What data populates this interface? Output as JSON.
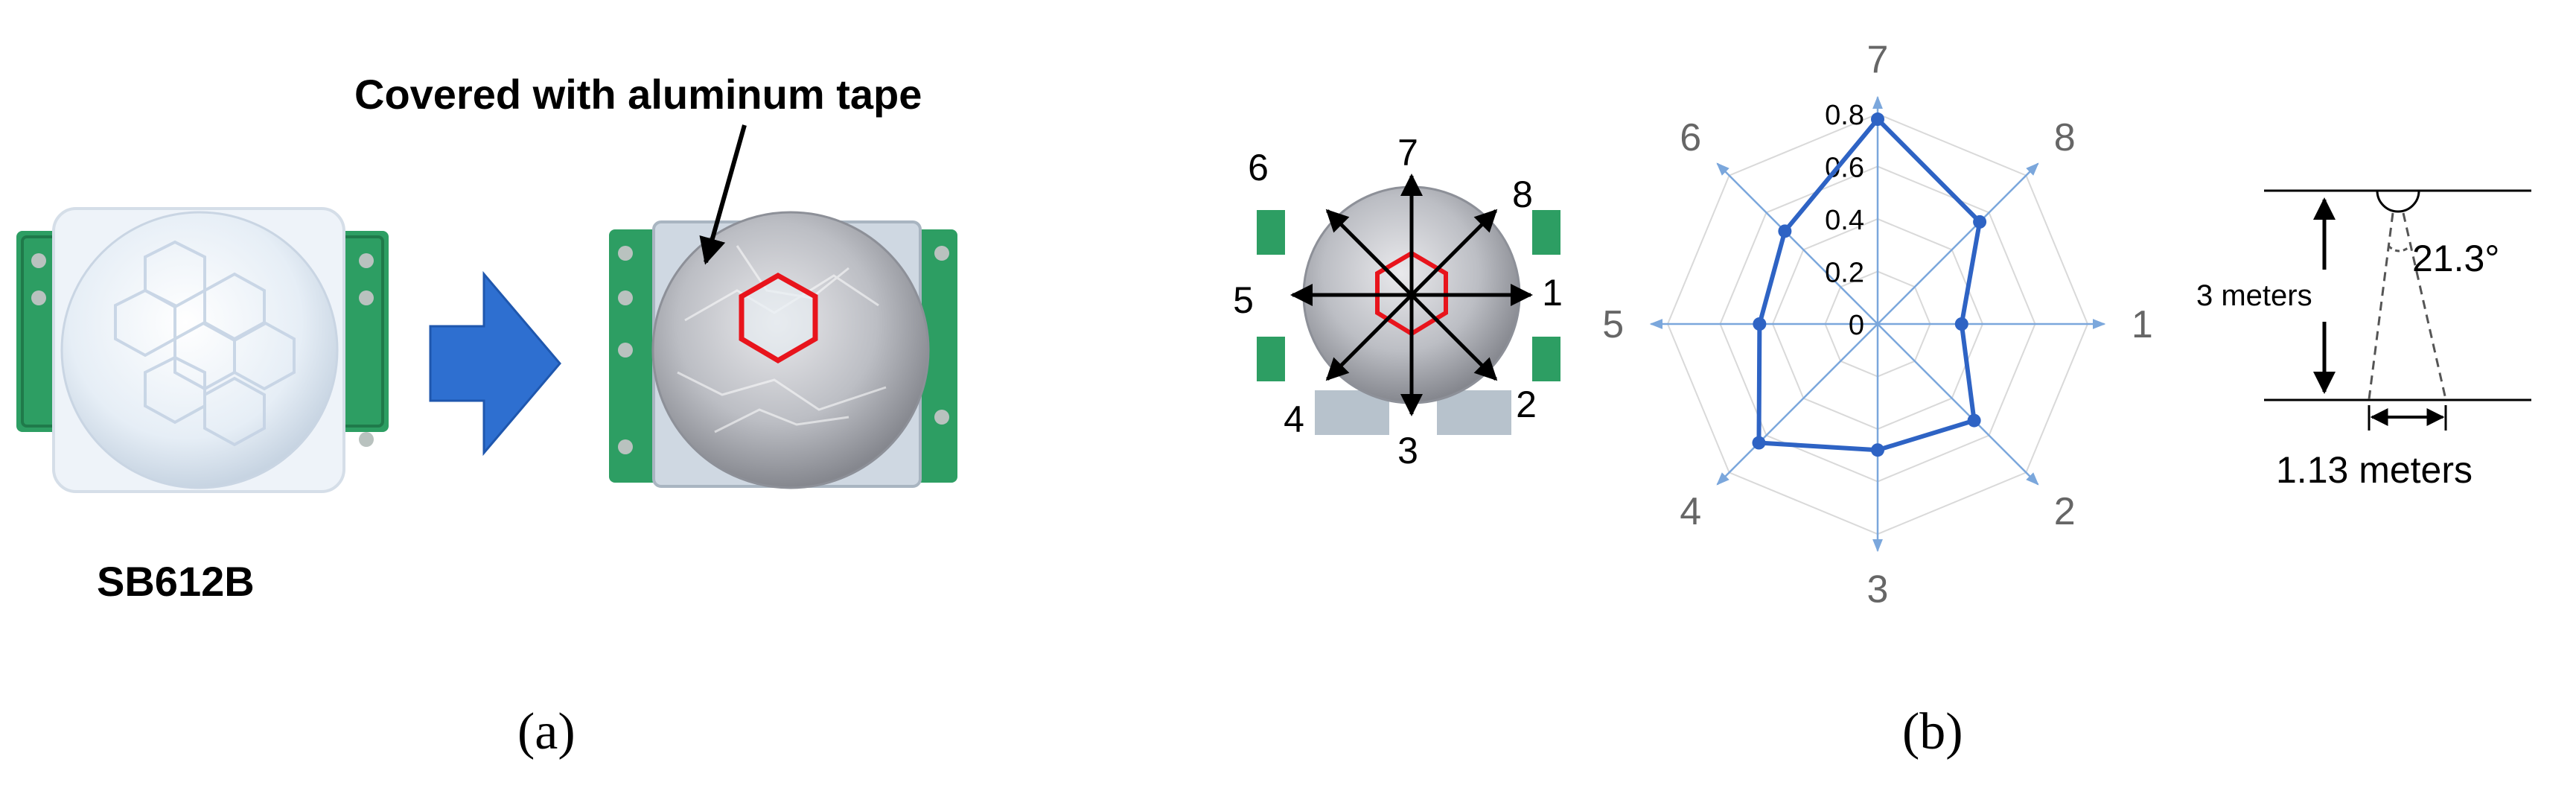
{
  "panel_a": {
    "callout": "Covered with aluminum tape",
    "sensor_label": "SB612B",
    "caption": "(a)"
  },
  "panel_b": {
    "direction_labels": [
      "1",
      "2",
      "3",
      "4",
      "5",
      "6",
      "7",
      "8"
    ],
    "caption": "(b)",
    "height_label": "3 meters",
    "angle_label": "21.3°",
    "width_label": "1.13 meters"
  },
  "chart_data": {
    "type": "radar",
    "categories": [
      "1",
      "2",
      "3",
      "4",
      "5",
      "6",
      "7",
      "8"
    ],
    "series": [
      {
        "values": [
          0.32,
          0.52,
          0.48,
          0.64,
          0.45,
          0.5,
          0.78,
          0.55
        ]
      }
    ],
    "ticks": [
      "0",
      "0.2",
      "0.4",
      "0.6",
      "0.8"
    ],
    "rlim": [
      0,
      0.8
    ],
    "grid": true,
    "series_color": "#2E63C4",
    "axis_color": "#7BA7DC",
    "grid_color": "#D9D9D9"
  },
  "colors": {
    "arrow_fill": "#2E6FD0",
    "hexagon_outline": "#E8141C",
    "pcb_green": "#2D9E63",
    "text": "#000000",
    "radar_label": "#666666"
  }
}
